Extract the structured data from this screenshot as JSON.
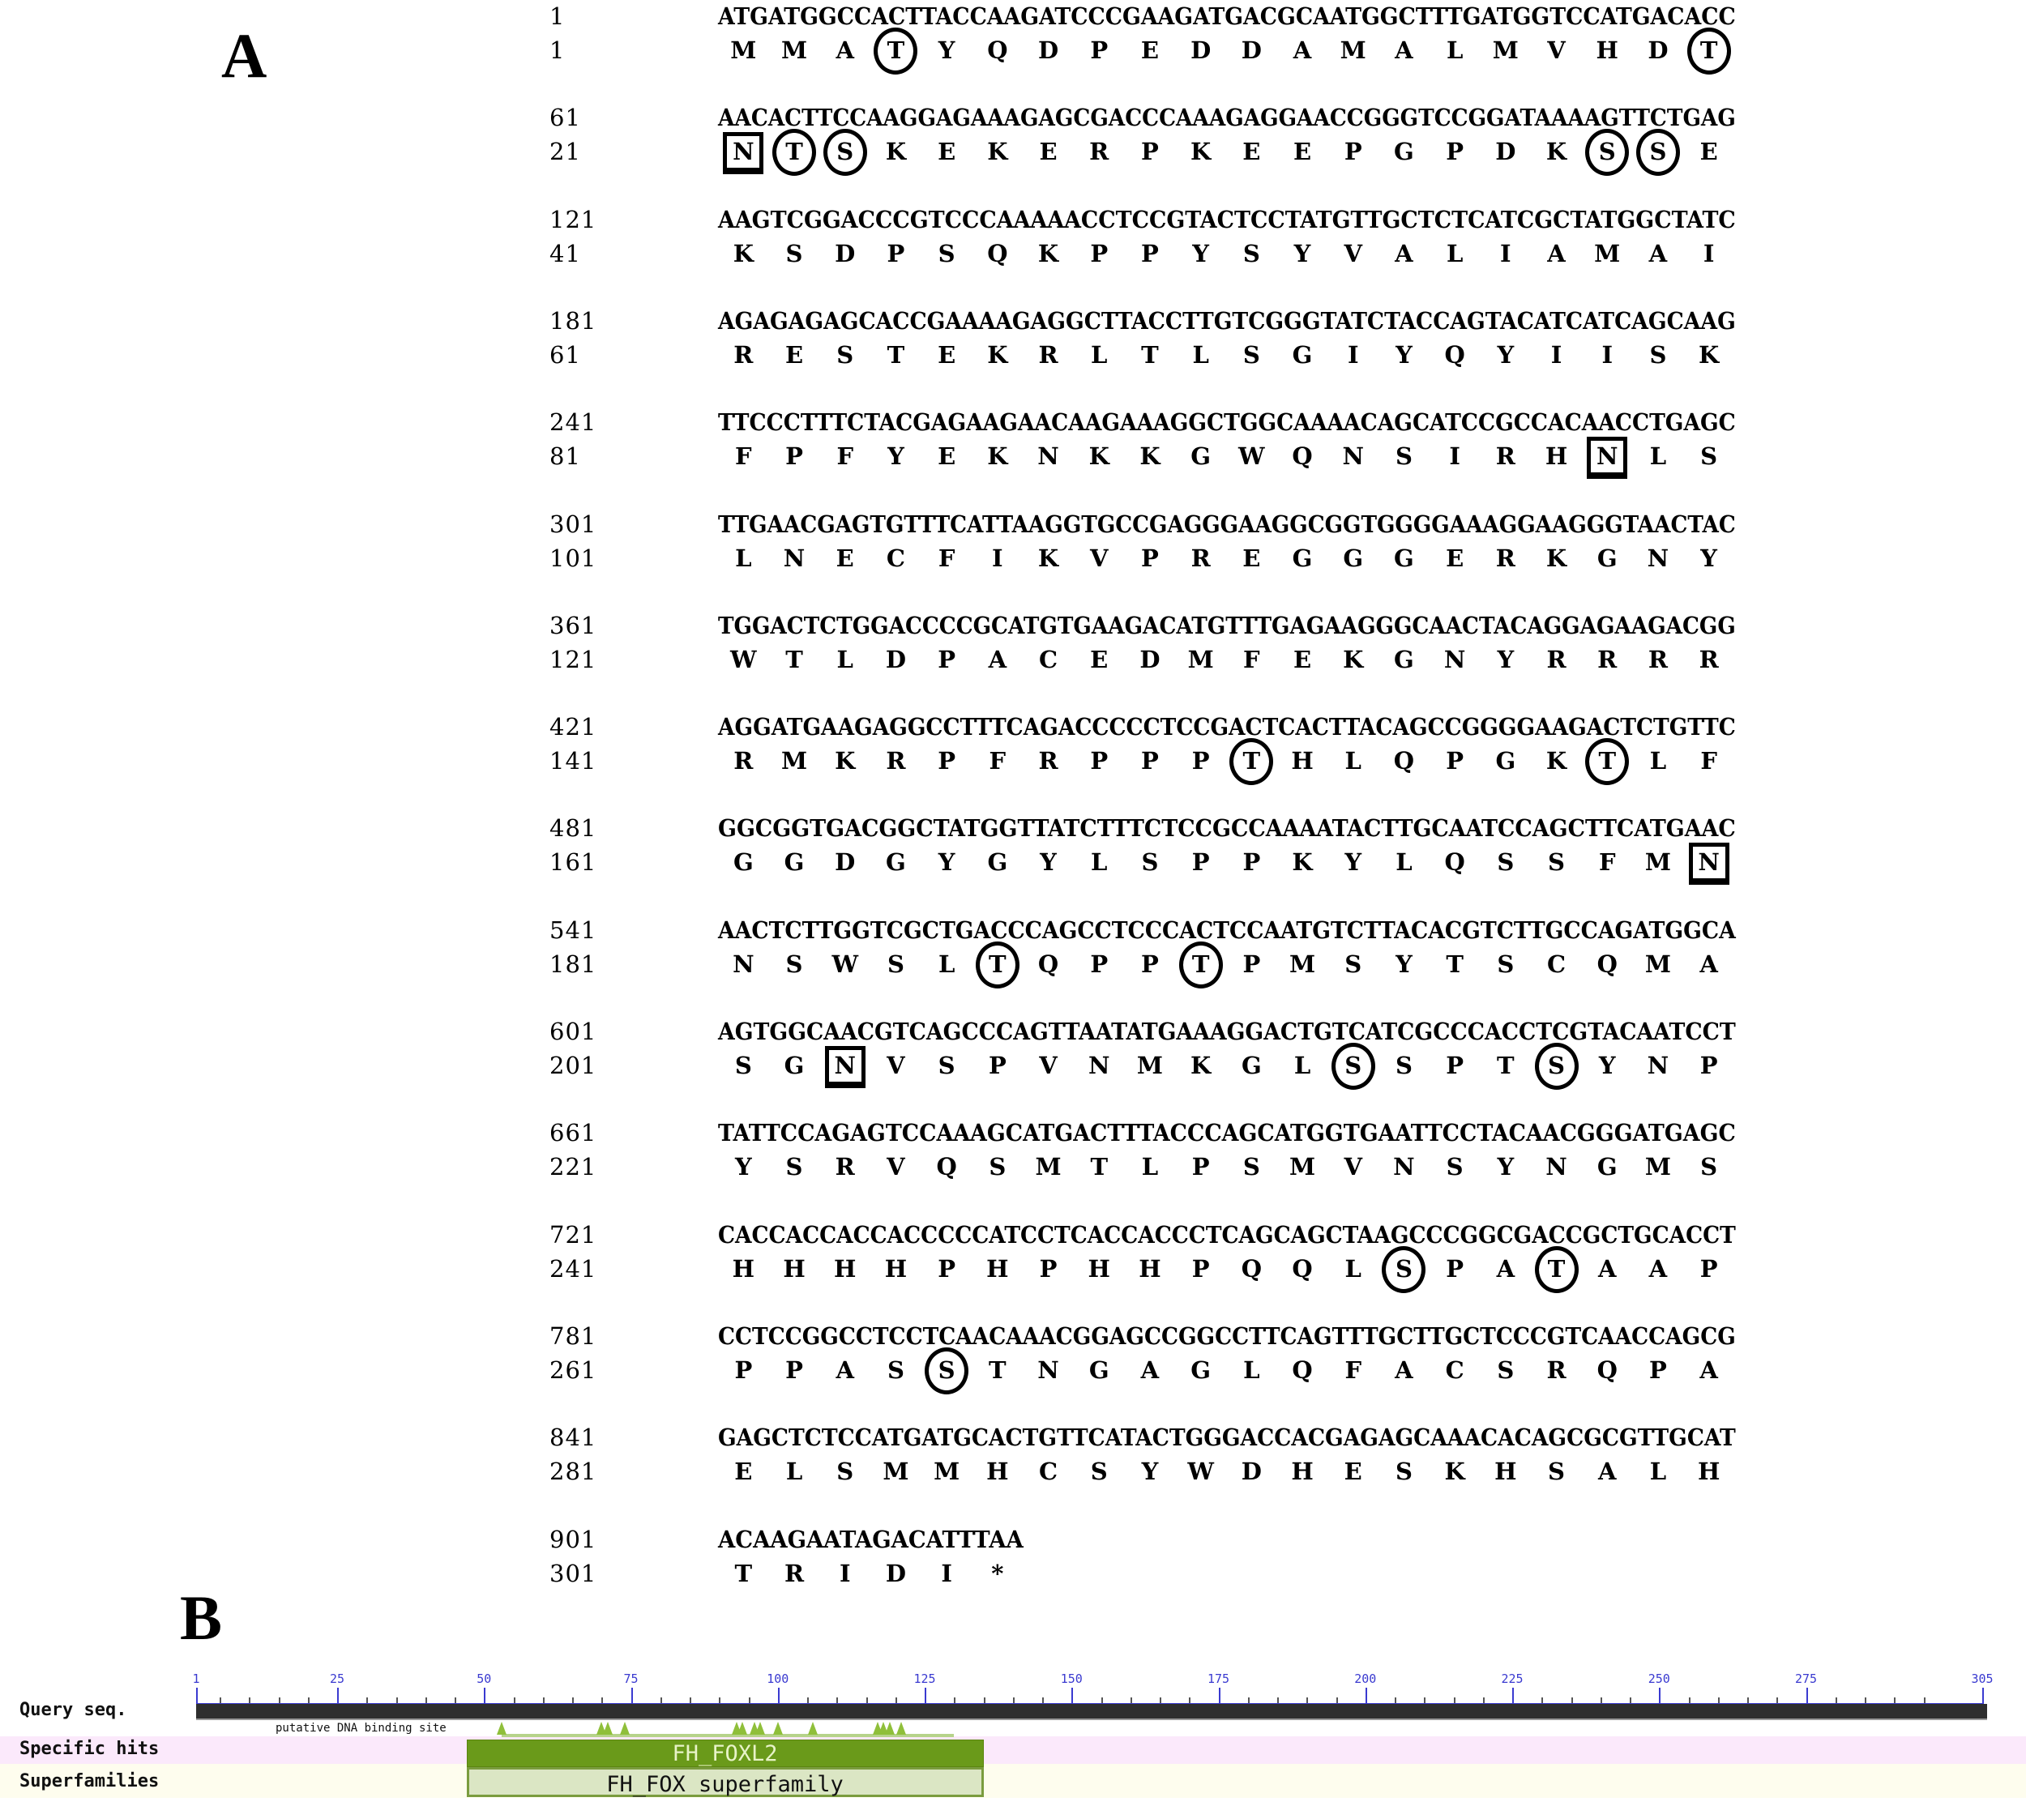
{
  "figure": {
    "panel_a_label": "A",
    "panel_b_label": "B"
  },
  "sequence_blocks": [
    {
      "nt_start": "1",
      "aa_start": "1",
      "dna": "ATGATGGCCACTTACCAAGATCCCGAAGATGACGCAATGGCTTTGATGGTCCATGACACC",
      "aa": [
        "M",
        "M",
        "A",
        "T",
        "Y",
        "Q",
        "D",
        "P",
        "E",
        "D",
        "D",
        "A",
        "M",
        "A",
        "L",
        "M",
        "V",
        "H",
        "D",
        "T"
      ],
      "circles": [
        3,
        19
      ],
      "squares": []
    },
    {
      "nt_start": "61",
      "aa_start": "21",
      "dna": "AACACTTCCAAGGAGAAAGAGCGACCCAAAGAGGAACCGGGTCCGGATAAAAGTTCTGAG",
      "aa": [
        "N",
        "T",
        "S",
        "K",
        "E",
        "K",
        "E",
        "R",
        "P",
        "K",
        "E",
        "E",
        "P",
        "G",
        "P",
        "D",
        "K",
        "S",
        "S",
        "E"
      ],
      "circles": [
        1,
        2,
        17,
        18
      ],
      "squares": [
        0
      ]
    },
    {
      "nt_start": "121",
      "aa_start": "41",
      "dna": "AAGTCGGACCCGTCCCAAAAACCTCCGTACTCCTATGTTGCTCTCATCGCTATGGCTATC",
      "aa": [
        "K",
        "S",
        "D",
        "P",
        "S",
        "Q",
        "K",
        "P",
        "P",
        "Y",
        "S",
        "Y",
        "V",
        "A",
        "L",
        "I",
        "A",
        "M",
        "A",
        "I"
      ],
      "circles": [],
      "squares": []
    },
    {
      "nt_start": "181",
      "aa_start": "61",
      "dna": "AGAGAGAGCACCGAAAAGAGGCTTACCTTGTCGGGTATCTACCAGTACATCATCAGCAAG",
      "aa": [
        "R",
        "E",
        "S",
        "T",
        "E",
        "K",
        "R",
        "L",
        "T",
        "L",
        "S",
        "G",
        "I",
        "Y",
        "Q",
        "Y",
        "I",
        "I",
        "S",
        "K"
      ],
      "circles": [],
      "squares": []
    },
    {
      "nt_start": "241",
      "aa_start": "81",
      "dna": "TTCCCTTTCTACGAGAAGAACAAGAAAGGCTGGCAAAACAGCATCCGCCACAACCTGAGC",
      "aa": [
        "F",
        "P",
        "F",
        "Y",
        "E",
        "K",
        "N",
        "K",
        "K",
        "G",
        "W",
        "Q",
        "N",
        "S",
        "I",
        "R",
        "H",
        "N",
        "L",
        "S"
      ],
      "circles": [],
      "squares": [
        17
      ]
    },
    {
      "nt_start": "301",
      "aa_start": "101",
      "dna": "TTGAACGAGTGTTTCATTAAGGTGCCGAGGGAAGGCGGTGGGGAAAGGAAGGGTAACTAC",
      "aa": [
        "L",
        "N",
        "E",
        "C",
        "F",
        "I",
        "K",
        "V",
        "P",
        "R",
        "E",
        "G",
        "G",
        "G",
        "E",
        "R",
        "K",
        "G",
        "N",
        "Y"
      ],
      "circles": [],
      "squares": []
    },
    {
      "nt_start": "361",
      "aa_start": "121",
      "dna": "TGGACTCTGGACCCCGCATGTGAAGACATGTTTGAGAAGGGCAACTACAGGAGAAGACGG",
      "aa": [
        "W",
        "T",
        "L",
        "D",
        "P",
        "A",
        "C",
        "E",
        "D",
        "M",
        "F",
        "E",
        "K",
        "G",
        "N",
        "Y",
        "R",
        "R",
        "R",
        "R"
      ],
      "circles": [],
      "squares": []
    },
    {
      "nt_start": "421",
      "aa_start": "141",
      "dna": "AGGATGAAGAGGCCTTTCAGACCCCCTCCGACTCACTTACAGCCGGGGAAGACTCTGTTC",
      "aa": [
        "R",
        "M",
        "K",
        "R",
        "P",
        "F",
        "R",
        "P",
        "P",
        "P",
        "T",
        "H",
        "L",
        "Q",
        "P",
        "G",
        "K",
        "T",
        "L",
        "F"
      ],
      "circles": [
        10,
        17
      ],
      "squares": []
    },
    {
      "nt_start": "481",
      "aa_start": "161",
      "dna": "GGCGGTGACGGCTATGGTTATCTTTCTCCGCCAAAATACTTGCAATCCAGCTTCATGAAC",
      "aa": [
        "G",
        "G",
        "D",
        "G",
        "Y",
        "G",
        "Y",
        "L",
        "S",
        "P",
        "P",
        "K",
        "Y",
        "L",
        "Q",
        "S",
        "S",
        "F",
        "M",
        "N"
      ],
      "circles": [],
      "squares": [
        19
      ]
    },
    {
      "nt_start": "541",
      "aa_start": "181",
      "dna": "AACTCTTGGTCGCTGACCCAGCCTCCCACTCCAATGTCTTACACGTCTTGCCAGATGGCA",
      "aa": [
        "N",
        "S",
        "W",
        "S",
        "L",
        "T",
        "Q",
        "P",
        "P",
        "T",
        "P",
        "M",
        "S",
        "Y",
        "T",
        "S",
        "C",
        "Q",
        "M",
        "A"
      ],
      "circles": [
        5,
        9
      ],
      "squares": []
    },
    {
      "nt_start": "601",
      "aa_start": "201",
      "dna": "AGTGGCAACGTCAGCCCAGTTAATATGAAAGGACTGTCATCGCCCACCTCGTACAATCCT",
      "aa": [
        "S",
        "G",
        "N",
        "V",
        "S",
        "P",
        "V",
        "N",
        "M",
        "K",
        "G",
        "L",
        "S",
        "S",
        "P",
        "T",
        "S",
        "Y",
        "N",
        "P"
      ],
      "circles": [
        12,
        16
      ],
      "squares": [
        2
      ]
    },
    {
      "nt_start": "661",
      "aa_start": "221",
      "dna": "TATTCCAGAGTCCAAAGCATGACTTTACCCAGCATGGTGAATTCCTACAACGGGATGAGC",
      "aa": [
        "Y",
        "S",
        "R",
        "V",
        "Q",
        "S",
        "M",
        "T",
        "L",
        "P",
        "S",
        "M",
        "V",
        "N",
        "S",
        "Y",
        "N",
        "G",
        "M",
        "S"
      ],
      "circles": [],
      "squares": []
    },
    {
      "nt_start": "721",
      "aa_start": "241",
      "dna": "CACCACCACCACCCCCATCCTCACCACCCTCAGCAGCTAAGCCCGGCGACCGCTGCACCT",
      "aa": [
        "H",
        "H",
        "H",
        "H",
        "P",
        "H",
        "P",
        "H",
        "H",
        "P",
        "Q",
        "Q",
        "L",
        "S",
        "P",
        "A",
        "T",
        "A",
        "A",
        "P"
      ],
      "circles": [
        13,
        16
      ],
      "squares": []
    },
    {
      "nt_start": "781",
      "aa_start": "261",
      "dna": "CCTCCGGCCTCCTCAACAAACGGAGCCGGCCTTCAGTTTGCTTGCTCCCGTCAACCAGCG",
      "aa": [
        "P",
        "P",
        "A",
        "S",
        "S",
        "T",
        "N",
        "G",
        "A",
        "G",
        "L",
        "Q",
        "F",
        "A",
        "C",
        "S",
        "R",
        "Q",
        "P",
        "A"
      ],
      "circles": [
        4
      ],
      "squares": []
    },
    {
      "nt_start": "841",
      "aa_start": "281",
      "dna": "GAGCTCTCCATGATGCACTGTTCATACTGGGACCACGAGAGCAAACACAGCGCGTTGCAT",
      "aa": [
        "E",
        "L",
        "S",
        "M",
        "M",
        "H",
        "C",
        "S",
        "Y",
        "W",
        "D",
        "H",
        "E",
        "S",
        "K",
        "H",
        "S",
        "A",
        "L",
        "H"
      ],
      "circles": [],
      "squares": []
    },
    {
      "nt_start": "901",
      "aa_start": "301",
      "dna": "ACAAGAATAGACATTTAA",
      "aa": [
        "T",
        "R",
        "I",
        "D",
        "I",
        "*"
      ],
      "circles": [],
      "squares": []
    }
  ],
  "domain_map": {
    "track_labels": {
      "query": "Query seq.",
      "specific": "Specific hits",
      "superfamilies": "Superfamilies"
    },
    "ruler": {
      "start": 1,
      "end": 305,
      "major_ticks": [
        1,
        25,
        50,
        75,
        100,
        125,
        150,
        175,
        200,
        225,
        250,
        275,
        305
      ],
      "major_labels": [
        "1",
        "25",
        "50",
        "75",
        "100",
        "125",
        "150",
        "175",
        "200",
        "225",
        "250",
        "275",
        "305"
      ],
      "minor_step": 5
    },
    "binding_site": {
      "label": "putative DNA binding site",
      "span": [
        53,
        130
      ],
      "positions": [
        53,
        70,
        71,
        74,
        93,
        94,
        96,
        97,
        100,
        106,
        117,
        118,
        119,
        121
      ]
    },
    "specific_hit": {
      "label": "FH_FOXL2",
      "start": 47,
      "end": 135,
      "color": "#6a9a1a",
      "text_color": "#e8f3c8"
    },
    "superfamily": {
      "label": "FH_FOX superfamily",
      "start": 47,
      "end": 135,
      "color": "#dbe6c4",
      "text_color": "#111111"
    },
    "colors": {
      "query_bar": "#2e2e2e",
      "ruler": "#3a3ad0",
      "specific_band": "#fbe9fb",
      "superfamily_band": "#fefdee",
      "binding_triangle": "#8fbf3a"
    }
  }
}
